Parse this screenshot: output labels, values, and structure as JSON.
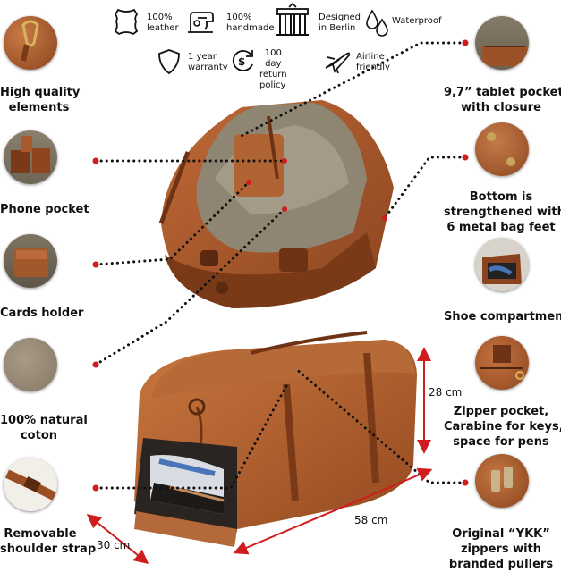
{
  "features": [
    {
      "icon": "leather-hide-icon",
      "line1": "100%",
      "line2": "leather"
    },
    {
      "icon": "sewing-machine-icon",
      "line1": "100%",
      "line2": "handmade"
    },
    {
      "icon": "brandenburg-gate-icon",
      "line1": "Designed",
      "line2": "in Berlin"
    },
    {
      "icon": "water-drops-icon",
      "line1": "Waterproof",
      "line2": ""
    },
    {
      "icon": "shield-icon",
      "line1": "1 year",
      "line2": "warranty"
    },
    {
      "icon": "return-cycle-icon",
      "line1": "100 day",
      "line2": "return policy"
    },
    {
      "icon": "airplane-icon",
      "line1": "Airline",
      "line2": "friendly"
    }
  ],
  "left_labels": [
    {
      "line1": "High quality",
      "line2": "elements"
    },
    {
      "line1": "Phone pocket",
      "line2": ""
    },
    {
      "line1": "Cards holder",
      "line2": ""
    },
    {
      "line1": "100% natural",
      "line2": "coton"
    },
    {
      "line1": "Removable",
      "line2": "shoulder strap"
    }
  ],
  "right_labels": [
    {
      "line1": "9,7” tablet pocket",
      "line2": "with closure",
      "line3": ""
    },
    {
      "line1": "Bottom is",
      "line2": "strengthened with",
      "line3": "6 metal bag feet"
    },
    {
      "line1": "Shoe compartment",
      "line2": "",
      "line3": ""
    },
    {
      "line1": "Zipper pocket,",
      "line2": "Carabine for keys,",
      "line3": "space for pens"
    },
    {
      "line1": "Original “YKK”",
      "line2": "zippers with",
      "line3": "branded pullers"
    }
  ],
  "dimensions": {
    "height": "28 cm",
    "length": "58 cm",
    "depth": "30 cm"
  },
  "colors": {
    "leather": "#a9582a",
    "leather_dark": "#6e3215",
    "lining": "#8c8170",
    "callout": "#d01c1f",
    "dots": "#111111"
  }
}
